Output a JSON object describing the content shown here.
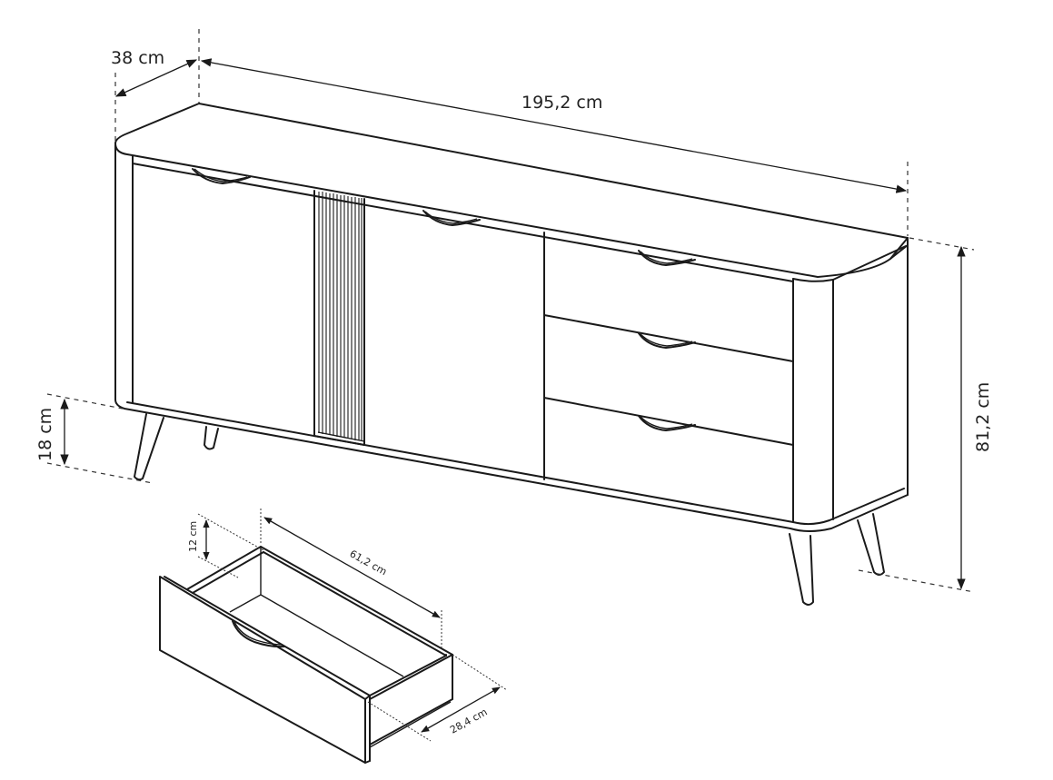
{
  "diagram": {
    "subject": "sideboard with two doors (one fluted panel) and three drawers, on tapered legs",
    "dimensions": {
      "depth": "38 cm",
      "width": "195,2 cm",
      "height": "81,2 cm",
      "leg_height": "18 cm"
    },
    "drawer_detail": {
      "inner_height": "12 cm",
      "inner_length": "61,2 cm",
      "inner_depth": "28,4 cm"
    },
    "colors": {
      "line": "#1a1a1a",
      "background": "#ffffff"
    }
  }
}
